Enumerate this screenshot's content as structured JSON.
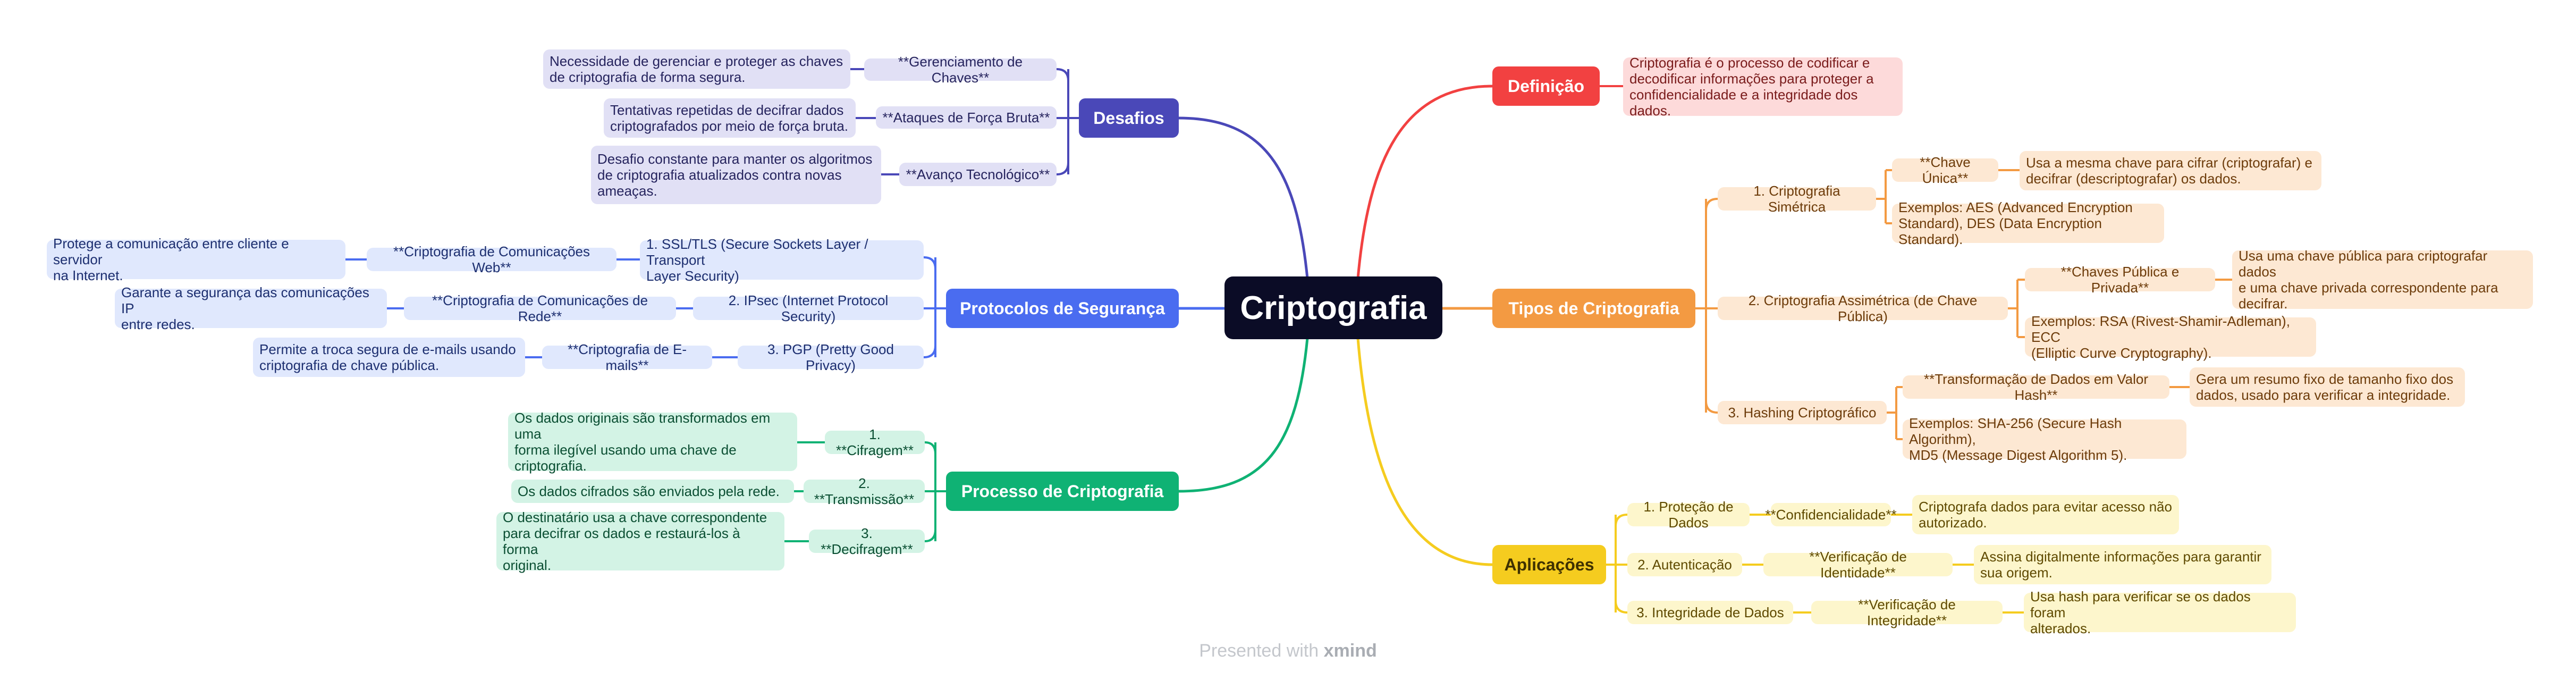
{
  "root": "Criptografia",
  "colors": {
    "desafios": "#4a48b8",
    "protocolos": "#4a6cf0",
    "processo": "#0fb274",
    "definicao": "#f24141",
    "tipos": "#f39a42",
    "aplicacoes": "#f5cc1f"
  },
  "branches": {
    "desafios": {
      "label": "Desafios",
      "items": [
        {
          "label": "**Gerenciamento de Chaves**",
          "detail": "Necessidade de gerenciar e proteger as chaves\nde criptografia de forma segura."
        },
        {
          "label": "**Ataques de Força Bruta**",
          "detail": "Tentativas repetidas de decifrar dados\ncriptografados por meio de força bruta."
        },
        {
          "label": "**Avanço Tecnológico**",
          "detail": "Desafio constante para manter os algoritmos\nde criptografia atualizados contra novas\nameaças."
        }
      ]
    },
    "protocolos": {
      "label": "Protocolos de Segurança",
      "items": [
        {
          "label": "1. SSL/TLS (Secure Sockets Layer / Transport\nLayer Security)",
          "sublabel": "**Criptografia de Comunicações Web**",
          "detail": "Protege a comunicação entre cliente e servidor\nna Internet."
        },
        {
          "label": "2. IPsec (Internet Protocol Security)",
          "sublabel": "**Criptografia de Comunicações de Rede**",
          "detail": "Garante a segurança das comunicações IP\nentre redes."
        },
        {
          "label": "3. PGP (Pretty Good Privacy)",
          "sublabel": "**Criptografia de E-mails**",
          "detail": "Permite a troca segura de e-mails usando\ncriptografia de chave pública."
        }
      ]
    },
    "processo": {
      "label": "Processo de Criptografia",
      "items": [
        {
          "label": "1. **Cifragem**",
          "detail": "Os dados originais são transformados em uma\nforma ilegível usando uma chave de\ncriptografia."
        },
        {
          "label": "2. **Transmissão**",
          "detail": "Os dados cifrados são enviados pela rede."
        },
        {
          "label": "3. **Decifragem**",
          "detail": "O destinatário usa a chave correspondente\npara decifrar os dados e restaurá-los à forma\noriginal."
        }
      ]
    },
    "definicao": {
      "label": "Definição",
      "detail": "Criptografia é o processo de codificar e\ndecodificar informações para proteger a\nconfidencialidade e a integridade dos dados."
    },
    "tipos": {
      "label": "Tipos de Criptografia",
      "items": [
        {
          "label": "1. Criptografia Simétrica",
          "key_label": "**Chave Única**",
          "key_detail": "Usa a mesma chave para cifrar (criptografar) e\ndecifrar (descriptografar) os dados.",
          "example": "Exemplos: AES (Advanced Encryption\nStandard), DES (Data Encryption Standard)."
        },
        {
          "label": "2. Criptografia Assimétrica (de Chave Pública)",
          "key_label": "**Chaves Pública e Privada**",
          "key_detail": "Usa uma chave pública para criptografar dados\ne uma chave privada correspondente para\ndecifrar.",
          "example": "Exemplos: RSA (Rivest-Shamir-Adleman), ECC\n(Elliptic Curve Cryptography)."
        },
        {
          "label": "3. Hashing Criptográfico",
          "key_label": "**Transformação de Dados em Valor Hash**",
          "key_detail": "Gera um resumo fixo de tamanho fixo dos\ndados, usado para verificar a integridade.",
          "example": "Exemplos: SHA-256 (Secure Hash Algorithm),\nMD5 (Message Digest Algorithm 5)."
        }
      ]
    },
    "aplicacoes": {
      "label": "Aplicações",
      "items": [
        {
          "label": "1. Proteção de Dados",
          "sublabel": "**Confidencialidade**",
          "detail": "Criptografa dados para evitar acesso não\nautorizado."
        },
        {
          "label": "2. Autenticação",
          "sublabel": "**Verificação de Identidade**",
          "detail": "Assina digitalmente informações para garantir\nsua origem."
        },
        {
          "label": "3. Integridade de Dados",
          "sublabel": "**Verificação de Integridade**",
          "detail": "Usa hash para verificar se os dados foram\nalterados."
        }
      ]
    }
  },
  "footer": {
    "prefix": "Presented with ",
    "brand": "xmind"
  }
}
